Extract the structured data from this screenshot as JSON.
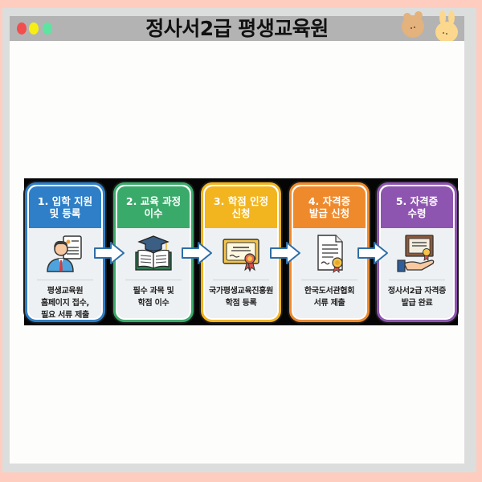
{
  "window": {
    "title": "정사서2급 평생교육원",
    "controls": [
      "close-dot",
      "minimize-dot",
      "maximize-dot"
    ],
    "colors": {
      "outer_bg": "#ffcdc0",
      "frame": "#dcdedd",
      "titlebar": "#b3b3b3",
      "content_bg": "#fdfdfb"
    },
    "decorations": [
      "bear-sticker",
      "bunny-sticker"
    ]
  },
  "steps": [
    {
      "title": "1. 입학 지원 및 등록",
      "title_line1": "1. 입학 지원",
      "title_line2": "및 등록",
      "icon": "applicant-resume-icon",
      "desc_line1": "평생교육원",
      "desc_line2": "홈페이지 접수,",
      "desc_line3": "필요 서류 제출",
      "color": "#2e7fc8"
    },
    {
      "title": "2. 교육 과정 이수",
      "title_line1": "2. 교육 과정",
      "title_line2": "이수",
      "icon": "graduation-book-icon",
      "desc_line1": "필수 과목 및",
      "desc_line2": "학점 이수",
      "desc_line3": "",
      "color": "#3aaa6a"
    },
    {
      "title": "3. 학점 인정 신청",
      "title_line1": "3. 학점 인정",
      "title_line2": "신청",
      "icon": "certificate-ribbon-icon",
      "desc_line1": "국가평생교육진흥원",
      "desc_line2": "학점 등록",
      "desc_line3": "",
      "color": "#f2b51f"
    },
    {
      "title": "4. 자격증 발급 신청",
      "title_line1": "4. 자격증",
      "title_line2": "발급 신청",
      "icon": "document-seal-icon",
      "desc_line1": "한국도서관협회",
      "desc_line2": "서류 제출",
      "desc_line3": "",
      "color": "#ef8a2c"
    },
    {
      "title": "5. 자격증 수령",
      "title_line1": "5. 자격증",
      "title_line2": "수령",
      "icon": "hand-certificate-icon",
      "desc_line1": "정사서2급 자격증",
      "desc_line2": "발급 완료",
      "desc_line3": "",
      "color": "#8e55b0"
    }
  ],
  "arrows": [
    "arrow-right",
    "arrow-right",
    "arrow-right",
    "arrow-right"
  ]
}
